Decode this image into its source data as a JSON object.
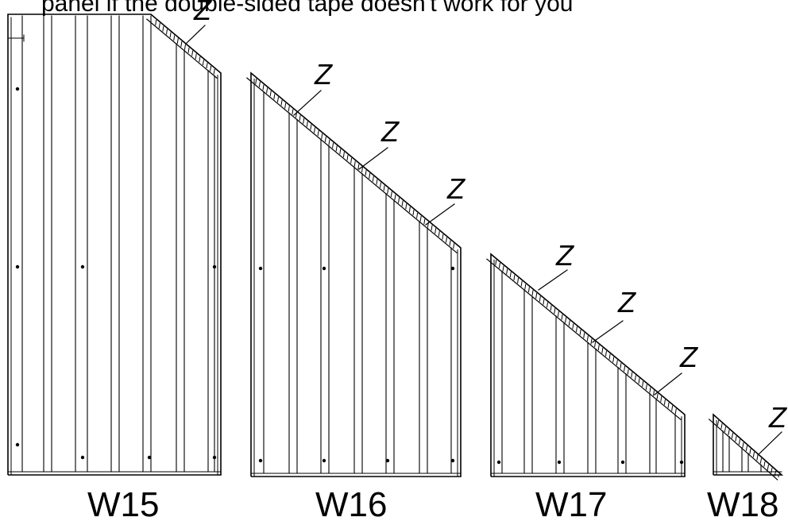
{
  "caption": "panel if the double-sided tape doesn't work for you",
  "panels": [
    {
      "id": "W15",
      "label": "W15",
      "z_labels": [
        "Z"
      ]
    },
    {
      "id": "W16",
      "label": "W16",
      "z_labels": [
        "Z",
        "Z",
        "Z"
      ]
    },
    {
      "id": "W17",
      "label": "W17",
      "z_labels": [
        "Z",
        "Z",
        "Z"
      ]
    },
    {
      "id": "W18",
      "label": "W18",
      "z_labels": [
        "Z"
      ]
    }
  ],
  "colors": {
    "line": "#000000",
    "background": "#ffffff"
  }
}
